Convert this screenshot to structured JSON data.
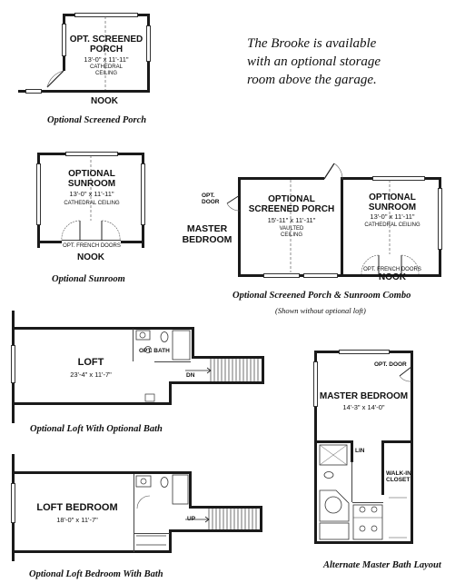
{
  "intro_text": [
    "The Brooke is available",
    "with an optional storage",
    "room above the garage."
  ],
  "plans": {
    "screened_porch": {
      "room": [
        "OPT. SCREENED",
        "PORCH"
      ],
      "dim": "13'-0\" x 11'-11\"",
      "note": [
        "CATHEDRAL",
        "CEILING"
      ],
      "adjacent": "NOOK",
      "caption": "Optional Screened Porch"
    },
    "sunroom": {
      "room": [
        "OPTIONAL",
        "SUNROOM"
      ],
      "dim": "13'-0\" x 11'-11\"",
      "note": "CATHEDRAL CEILING",
      "doors": "OPT. FRENCH DOORS",
      "adjacent": "NOOK",
      "caption": "Optional Sunroom"
    },
    "combo": {
      "opt_door": [
        "OPT.",
        "DOOR"
      ],
      "master": [
        "MASTER",
        "BEDROOM"
      ],
      "porch_room": [
        "OPTIONAL",
        "SCREENED PORCH"
      ],
      "porch_dim": "15'-11\" x 11'-11\"",
      "porch_note": [
        "VAULTED",
        "CEILING"
      ],
      "sun_room": [
        "OPTIONAL",
        "SUNROOM"
      ],
      "sun_dim": "13'-0\" x 11'-11\"",
      "sun_note": "CATHEDRAL CEILING",
      "doors": "OPT. FRENCH DOORS",
      "adjacent": "NOOK",
      "caption": "Optional Screened Porch & Sunroom Combo",
      "subcaption": "(Shown without optional loft)"
    },
    "loft": {
      "room": "LOFT",
      "dim": "23'-4\" x 11'-7\"",
      "bath": "OPT. BATH",
      "stair": "DN",
      "caption": "Optional Loft With Optional Bath"
    },
    "loft_bedroom": {
      "room": "LOFT BEDROOM",
      "dim": "18'-0\" x 11'-7\"",
      "stair": "UP",
      "caption": "Optional Loft Bedroom With Bath"
    },
    "alt_master": {
      "opt_door": "OPT. DOOR",
      "room": "MASTER BEDROOM",
      "dim": "14'-3\" x 14'-0\"",
      "lin": "LIN",
      "closet": [
        "WALK-IN",
        "CLOSET"
      ],
      "caption": "Alternate Master Bath Layout"
    }
  }
}
